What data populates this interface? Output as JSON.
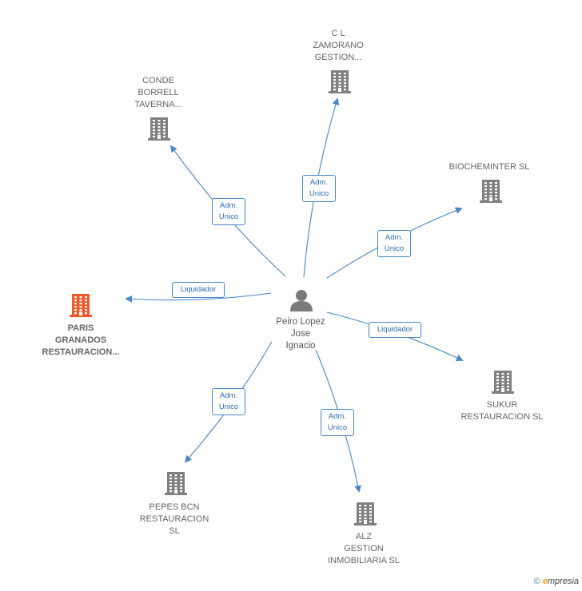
{
  "person": {
    "name_lines": [
      "Peiro Lopez",
      "Jose",
      "Ignacio"
    ]
  },
  "companies": [
    {
      "id": "c1",
      "lines": [
        "C L",
        "ZAMORANO",
        "GESTION..."
      ],
      "highlight": false
    },
    {
      "id": "c2",
      "lines": [
        "CONDE",
        "BORRELL",
        "TAVERNA..."
      ],
      "highlight": false
    },
    {
      "id": "c3",
      "lines": [
        "BIOCHEMINTER SL"
      ],
      "highlight": false
    },
    {
      "id": "c4",
      "lines": [
        "PARIS",
        "GRANADOS",
        "RESTAURACION..."
      ],
      "highlight": true
    },
    {
      "id": "c5",
      "lines": [
        "SUKUR",
        "RESTAURACION SL"
      ],
      "highlight": false
    },
    {
      "id": "c6",
      "lines": [
        "PEPES BCN",
        "RESTAURACION",
        "SL"
      ],
      "highlight": false
    },
    {
      "id": "c7",
      "lines": [
        "ALZ",
        "GESTION",
        "INMOBILIARIA SL"
      ],
      "highlight": false
    }
  ],
  "edges": [
    {
      "to": "c1",
      "label_lines": [
        "Adm.",
        "Unico"
      ]
    },
    {
      "to": "c2",
      "label_lines": [
        "Adm.",
        "Unico"
      ]
    },
    {
      "to": "c3",
      "label_lines": [
        "Adm.",
        "Unico"
      ]
    },
    {
      "to": "c4",
      "label_lines": [
        "Liquidador"
      ]
    },
    {
      "to": "c5",
      "label_lines": [
        "Liquidador"
      ]
    },
    {
      "to": "c6",
      "label_lines": [
        "Adm.",
        "Unico"
      ]
    },
    {
      "to": "c7",
      "label_lines": [
        "Adm.",
        "Unico"
      ]
    }
  ],
  "colors": {
    "edge": "#4a86c8",
    "building": "#808080",
    "building_highlight": "#f05a28",
    "person": "#7a7a7a"
  },
  "icons": {
    "company": "building-icon",
    "person": "person-icon"
  },
  "footer": {
    "copyright": "©",
    "brand_initial": "e",
    "brand_rest": "mpresia"
  }
}
